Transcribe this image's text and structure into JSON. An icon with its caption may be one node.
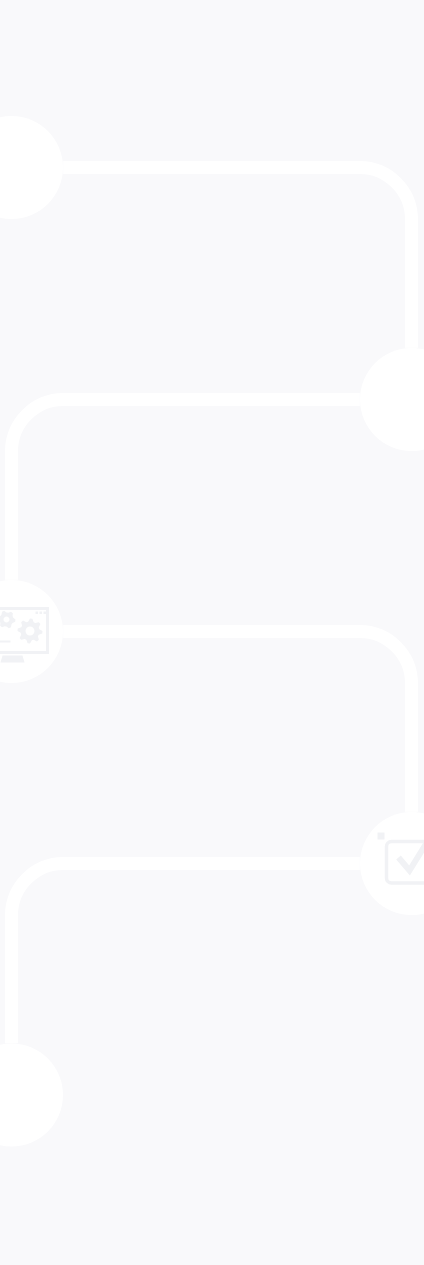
{
  "diagram": {
    "nodes": [
      {
        "text": [],
        "shape": "circle"
      },
      {
        "text": [],
        "shape": "circle"
      },
      {
        "text": [],
        "shape": "circle"
      },
      {
        "text": [],
        "shape": "circle"
      },
      {
        "text": [],
        "shape": "circle"
      }
    ],
    "edges": [
      {
        "from": 0,
        "to": 1,
        "arrow": "none"
      },
      {
        "from": 1,
        "to": 2,
        "arrow": "none"
      },
      {
        "from": 2,
        "to": 3,
        "arrow": "none"
      },
      {
        "from": 3,
        "to": 4,
        "arrow": "none"
      }
    ]
  }
}
